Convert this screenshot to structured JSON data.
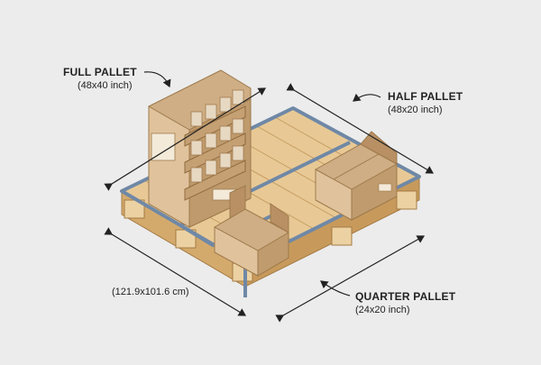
{
  "labels": {
    "full": {
      "title": "FULL PALLET",
      "dim": "(48x40 inch)"
    },
    "half": {
      "title": "HALF PALLET",
      "dim": "(48x20 inch)"
    },
    "quarter": {
      "title": "QUARTER PALLET",
      "dim": "(24x20 inch)"
    },
    "metric": "(121.9x101.6 cm)"
  },
  "colors": {
    "background": "#ececec",
    "wood": "#e3c08a",
    "wood_dark": "#c99a5a",
    "cardboard": "#c9a77e",
    "cardboard_dark": "#a98456",
    "outline_blue": "#6f88a6",
    "arrow": "#222222"
  }
}
